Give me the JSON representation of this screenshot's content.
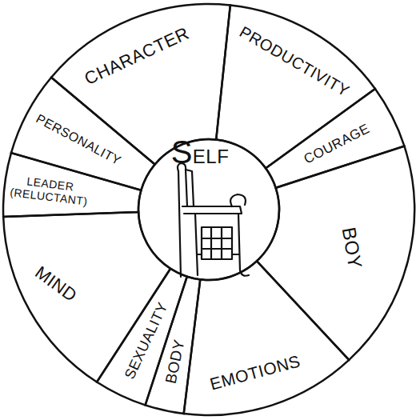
{
  "diagram": {
    "nodes": [
      {
        "text": [
          "SELF"
        ]
      },
      {
        "text": [
          "CHARACTER"
        ]
      },
      {
        "text": [
          "PRODUCTIVITY"
        ]
      },
      {
        "text": [
          "COURAGE"
        ]
      },
      {
        "text": [
          "BOY"
        ]
      },
      {
        "text": [
          "EMOTIONS"
        ]
      },
      {
        "text": [
          "BODY"
        ]
      },
      {
        "text": [
          "SEXUALITY"
        ]
      },
      {
        "text": [
          "MIND"
        ]
      },
      {
        "text": [
          "LEADER (RELUCTANT)"
        ]
      },
      {
        "text": [
          "PERSONALITY"
        ]
      }
    ]
  }
}
